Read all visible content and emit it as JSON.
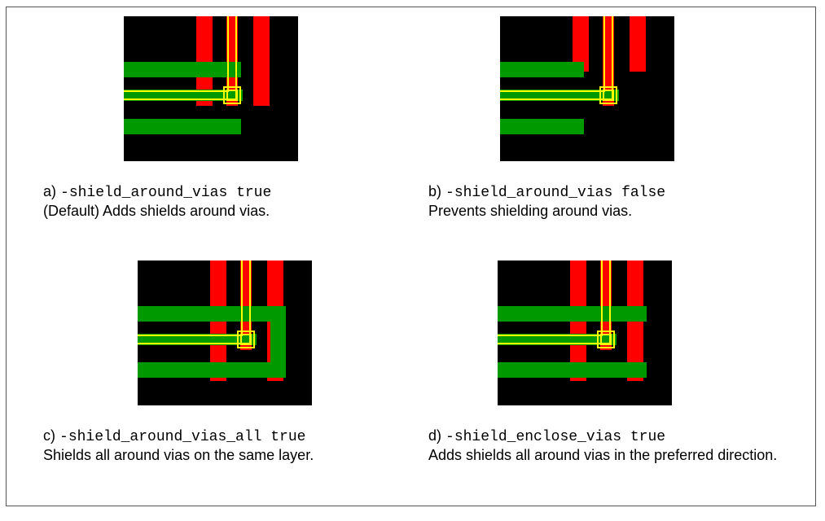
{
  "colors": {
    "background": "#000000",
    "metal_vertical": "#ff0000",
    "metal_horizontal": "#009900",
    "signal_outline": "#ffff00",
    "frame": "#555555"
  },
  "panels": [
    {
      "id": "a",
      "letter": "a)",
      "option": "-shield_around_vias true",
      "description": "(Default) Adds shields around vias."
    },
    {
      "id": "b",
      "letter": "b)",
      "option": "-shield_around_vias false",
      "description": "Prevents shielding around vias."
    },
    {
      "id": "c",
      "letter": "c)",
      "option": "-shield_around_vias_all true",
      "description": "Shields all around vias on the same layer."
    },
    {
      "id": "d",
      "letter": "d)",
      "option": "-shield_enclose_vias true",
      "description": "Adds shields all around vias in the preferred direction."
    }
  ]
}
